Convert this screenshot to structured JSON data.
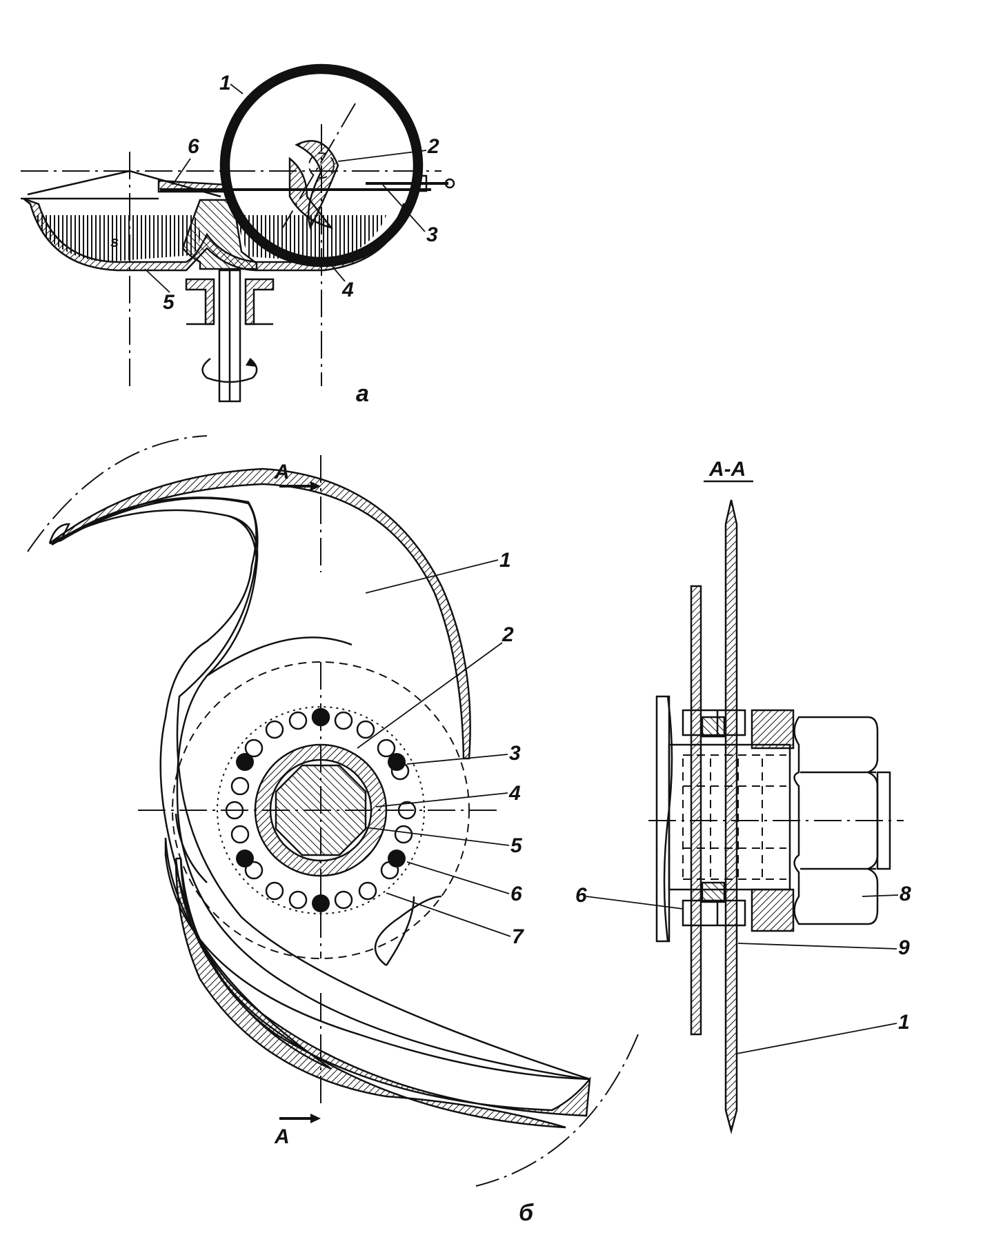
{
  "figure_a": {
    "caption": "а",
    "labels": [
      "1",
      "2",
      "3",
      "4",
      "5",
      "6"
    ],
    "material_label": "s"
  },
  "figure_b": {
    "caption": "б",
    "section_mark": "А",
    "labels": [
      "1",
      "2",
      "3",
      "4",
      "5",
      "6",
      "7"
    ]
  },
  "section_view": {
    "title": "А-А",
    "labels": [
      "6",
      "8",
      "9",
      "1"
    ]
  }
}
